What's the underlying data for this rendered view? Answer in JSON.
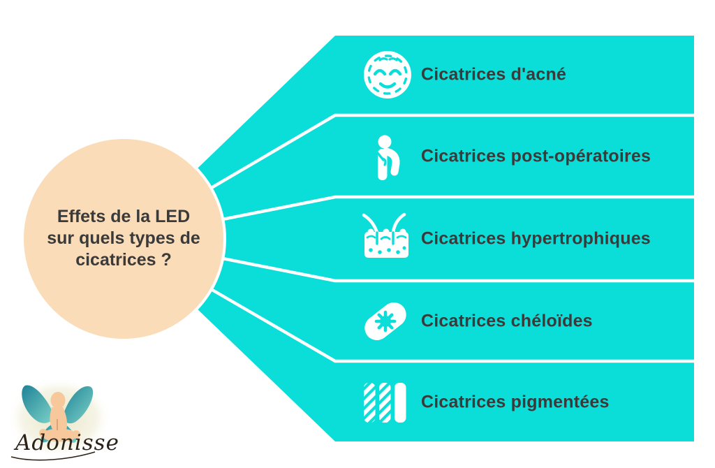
{
  "colors": {
    "teal": "#0BDED8",
    "peach": "#FBDCB8",
    "text_dark": "#3A3A3A",
    "separator_white": "#FFFFFF",
    "logo_text_color": "#2B2218",
    "wing_dark": "#1E8296",
    "wing_light": "#7ED3C8"
  },
  "bubble": {
    "text": "Effets de la LED\nsur quels types de\ncicatrices ?"
  },
  "rows": [
    {
      "label": "Cicatrices d'acné",
      "icon": "face-icon"
    },
    {
      "label": "Cicatrices post-opératoires",
      "icon": "person-icon"
    },
    {
      "label": "Cicatrices hypertrophiques",
      "icon": "skin-icon"
    },
    {
      "label": "Cicatrices chéloïdes",
      "icon": "bandage-icon"
    },
    {
      "label": "Cicatrices pigmentées",
      "icon": "striped-bars-icon"
    }
  ],
  "logo": {
    "text": "Adonisse"
  }
}
